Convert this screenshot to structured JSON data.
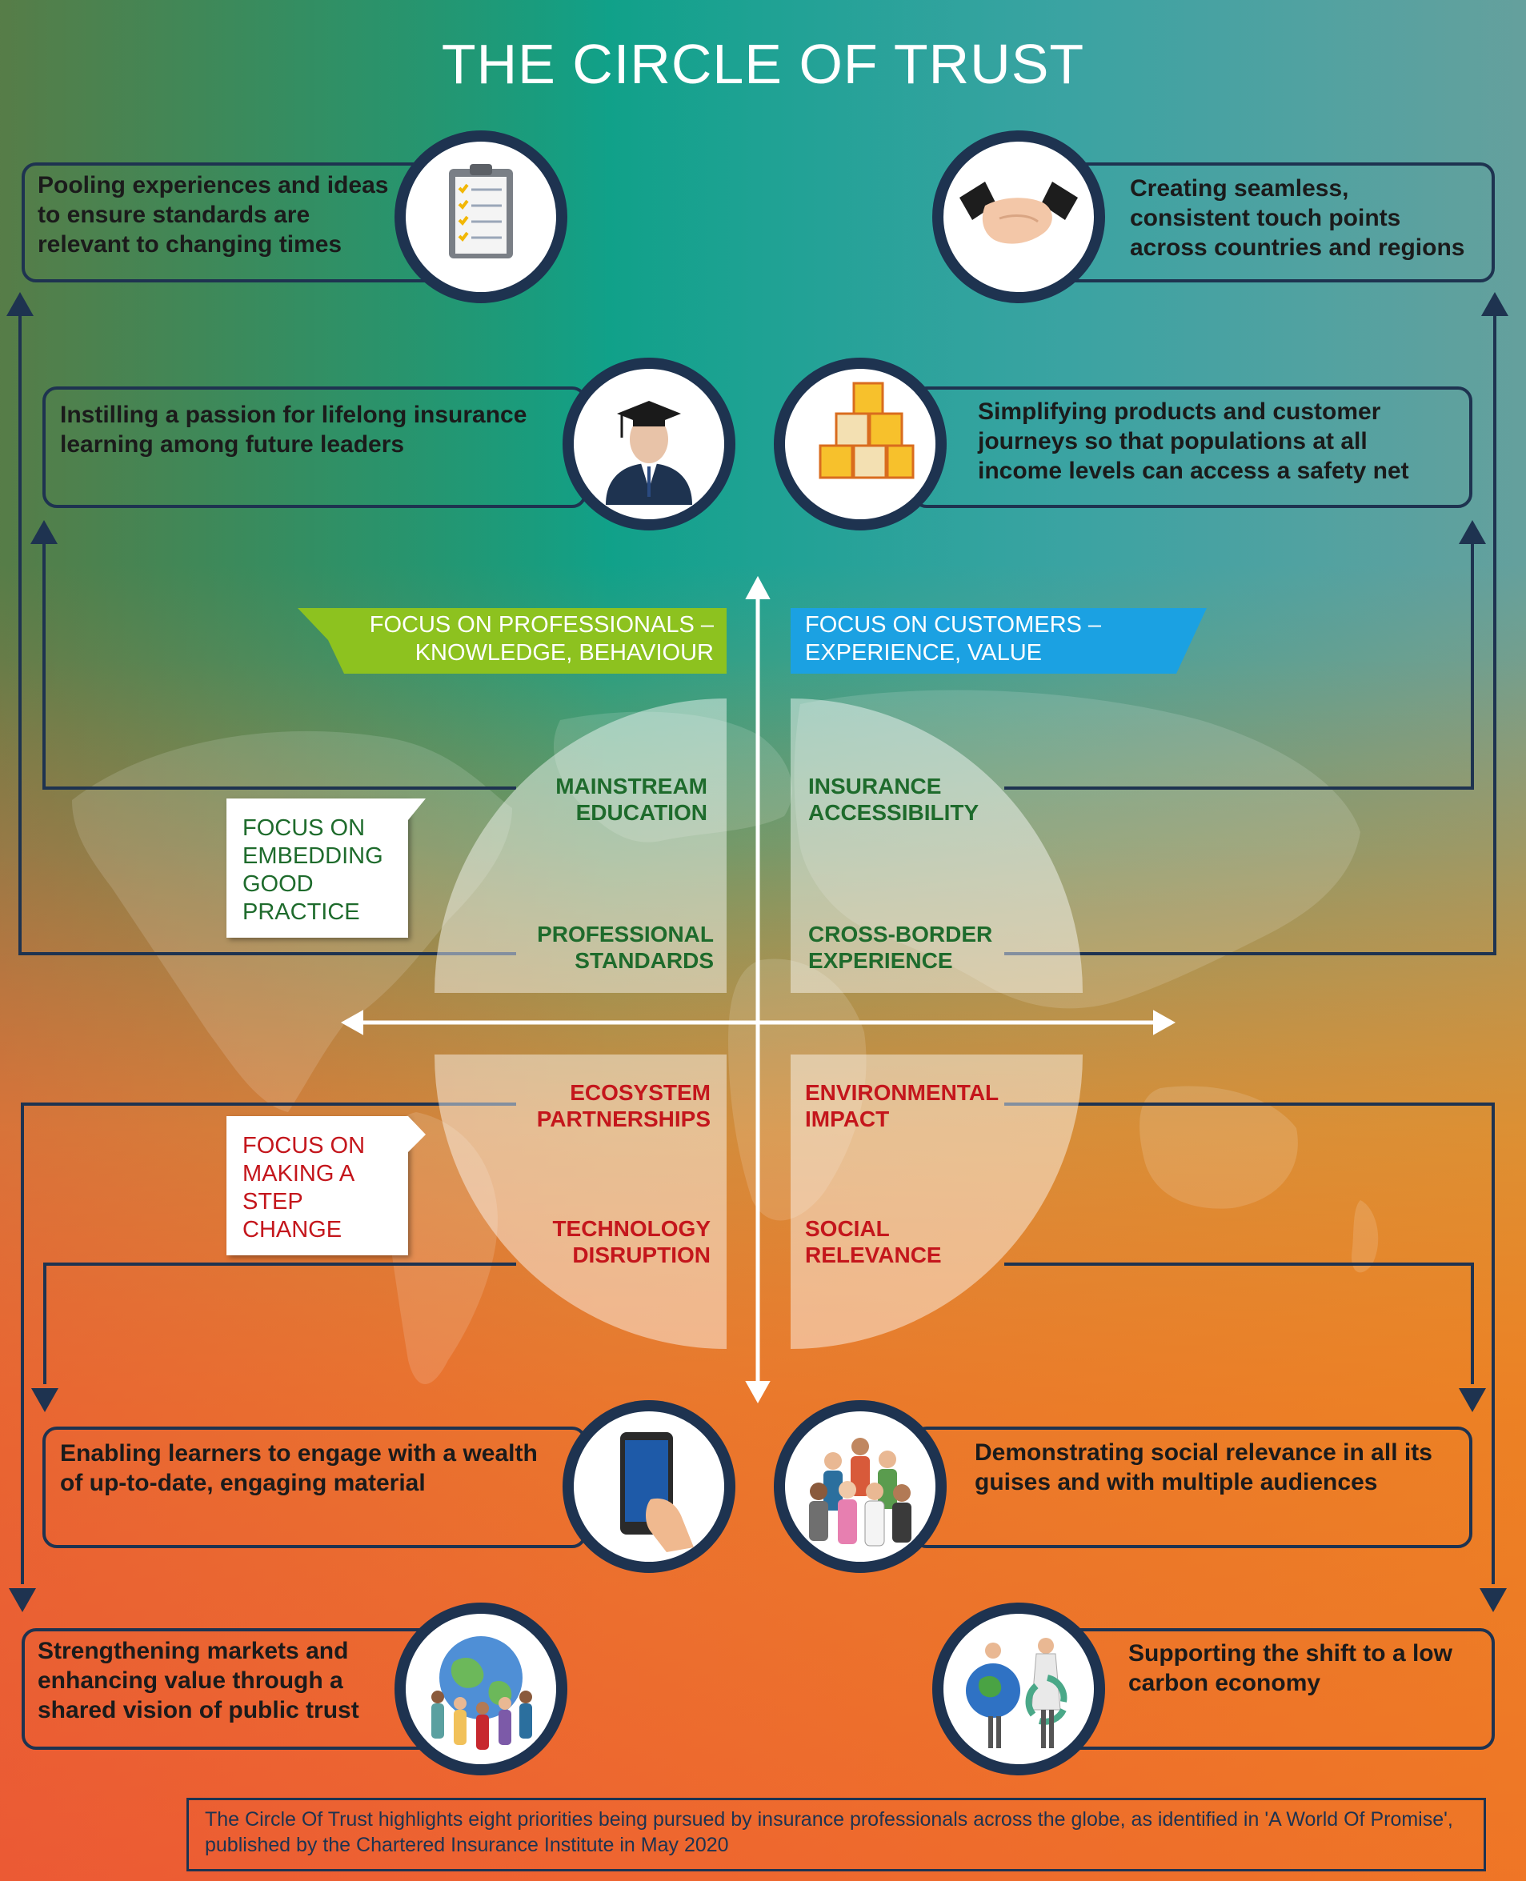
{
  "title": "THE CIRCLE OF TRUST",
  "colors": {
    "navy": "#1e3350",
    "green_label": "#1e6b2c",
    "red_label": "#c4161c",
    "banner_green": "#8dc21f",
    "banner_blue": "#1ba1e2"
  },
  "cards": {
    "top_left": {
      "text": [
        "Pooling experiences and ideas",
        "to ensure standards are",
        "relevant to changing times"
      ],
      "icon": "clipboard-icon"
    },
    "top_right": {
      "text": [
        "Creating seamless,",
        "consistent touch points",
        "across countries and regions"
      ],
      "icon": "handshake-icon"
    },
    "upper_left": {
      "text": [
        "Instilling a passion for lifelong insurance",
        "learning among future leaders"
      ],
      "icon": "graduate-icon"
    },
    "upper_right": {
      "text": [
        "Simplifying products and customer",
        "journeys so that populations at all",
        "income levels can access a safety net"
      ],
      "icon": "abc-blocks-icon"
    },
    "lower_left": {
      "text": [
        "Enabling learners to engage with a wealth",
        "of up-to-date, engaging material"
      ],
      "icon": "smartphone-icon"
    },
    "lower_right": {
      "text": [
        "Demonstrating social relevance in all its",
        "guises and with multiple audiences"
      ],
      "icon": "crowd-icon"
    },
    "bottom_left": {
      "text": [
        "Strengthening markets and",
        "enhancing value through a",
        "shared vision of public trust"
      ],
      "icon": "globe-people-icon"
    },
    "bottom_right": {
      "text": [
        "Supporting the shift to a low",
        "carbon economy"
      ],
      "icon": "recycle-globe-icon"
    }
  },
  "banners": {
    "professionals": [
      "FOCUS ON PROFESSIONALS –",
      "KNOWLEDGE, BEHAVIOUR"
    ],
    "customers": [
      "FOCUS ON CUSTOMERS –",
      "EXPERIENCE, VALUE"
    ]
  },
  "quadrants": {
    "mainstream_education": [
      "MAINSTREAM",
      "EDUCATION"
    ],
    "professional_standards": [
      "PROFESSIONAL",
      "STANDARDS"
    ],
    "insurance_accessibility": [
      "INSURANCE",
      "ACCESSIBILITY"
    ],
    "cross_border_experience": [
      "CROSS-BORDER",
      "EXPERIENCE"
    ],
    "ecosystem_partnerships": [
      "ECOSYSTEM",
      "PARTNERSHIPS"
    ],
    "technology_disruption": [
      "TECHNOLOGY",
      "DISRUPTION"
    ],
    "environmental_impact": [
      "ENVIRONMENTAL",
      "IMPACT"
    ],
    "social_relevance": [
      "SOCIAL",
      "RELEVANCE"
    ]
  },
  "callouts": {
    "good_practice": [
      "FOCUS ON",
      "EMBEDDING",
      "GOOD",
      "PRACTICE"
    ],
    "step_change": [
      "FOCUS ON",
      "MAKING A",
      "STEP",
      "CHANGE"
    ]
  },
  "footer": "The Circle Of Trust highlights eight priorities being pursued by insurance professionals across the globe, as identified in 'A World Of Promise', published by the Chartered Insurance Institute in May 2020"
}
